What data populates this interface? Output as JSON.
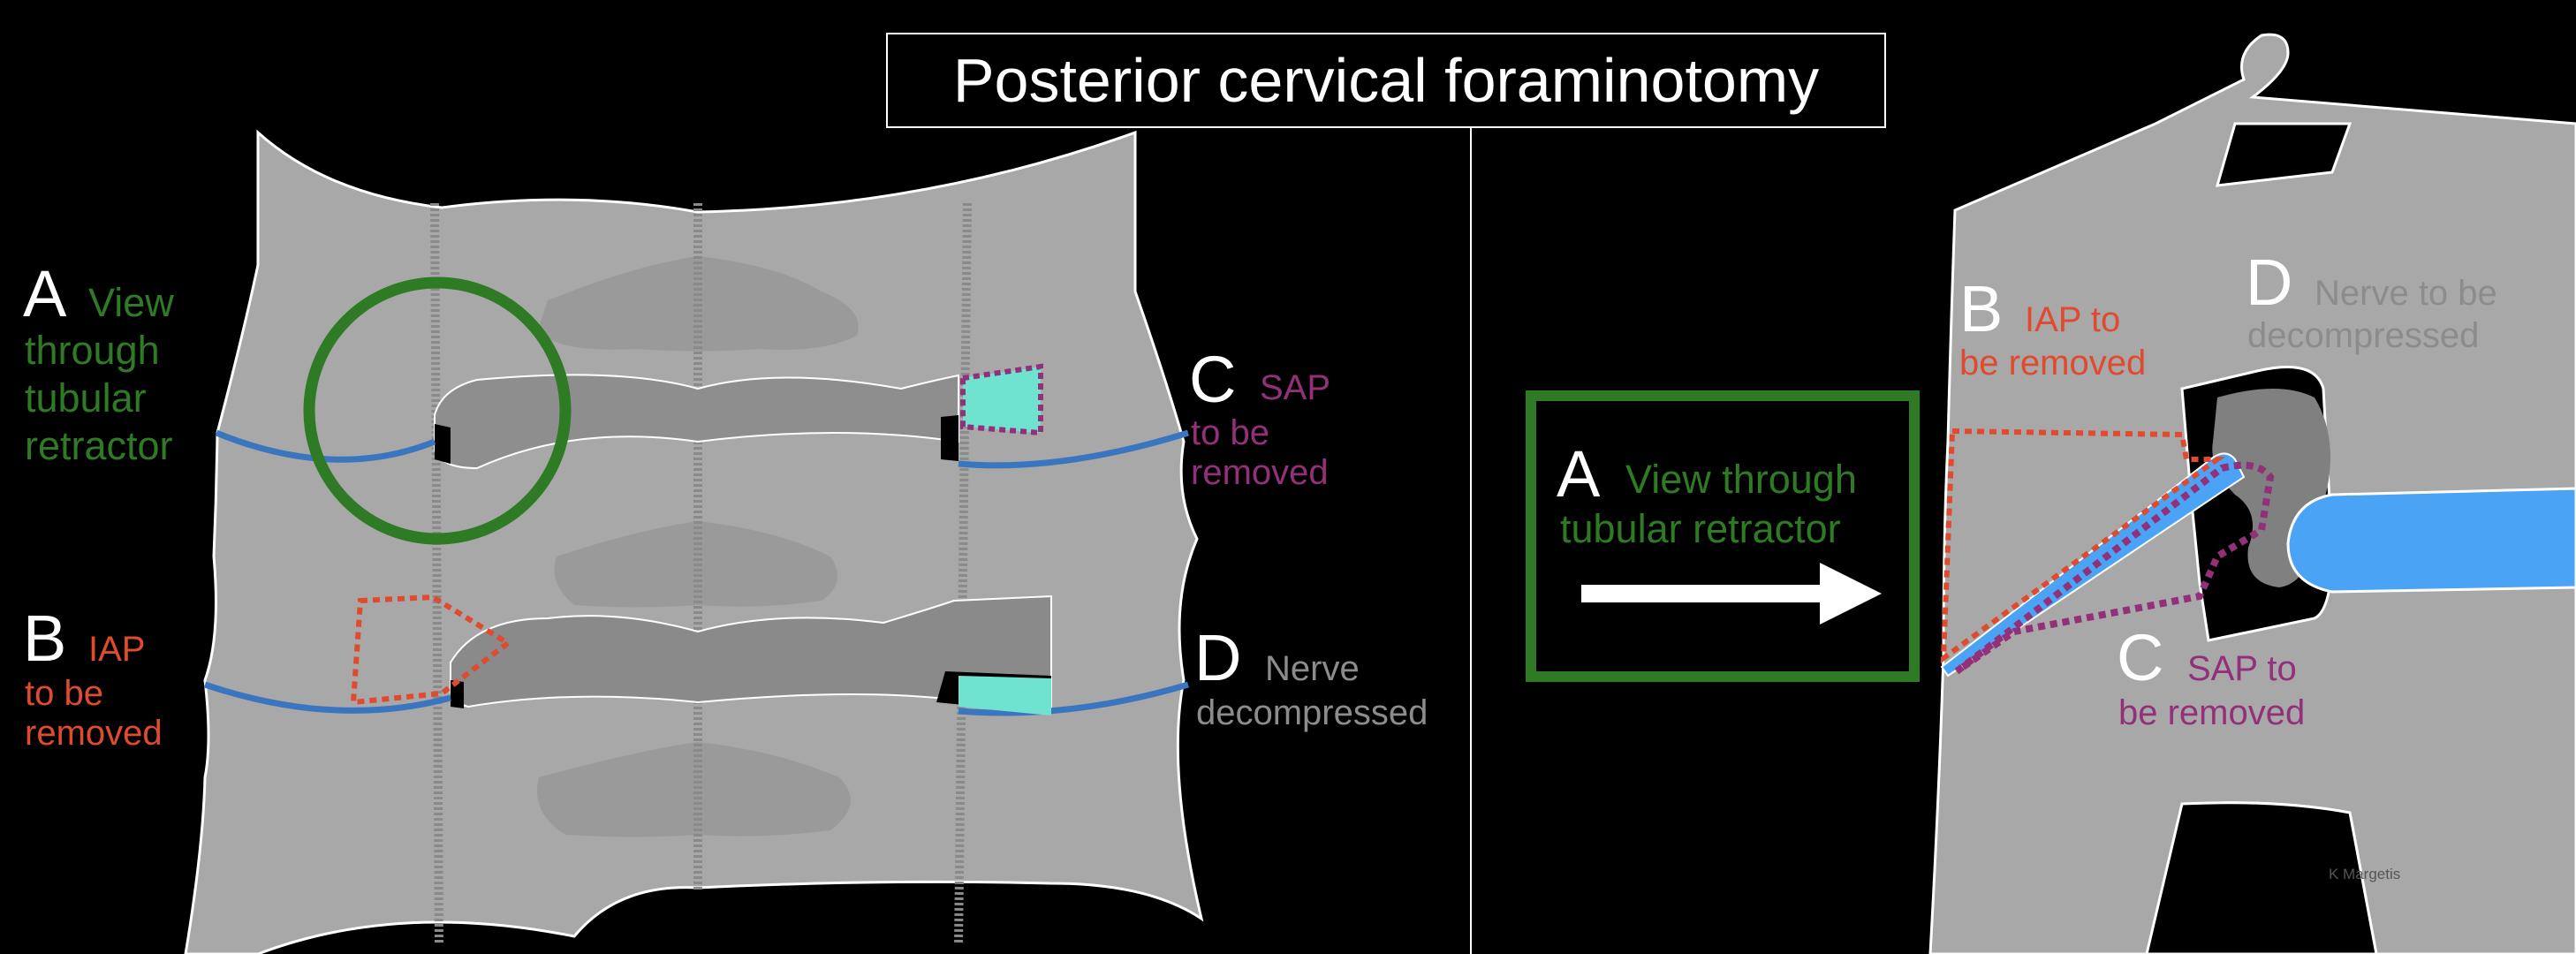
{
  "title": "Posterior cervical foraminotomy",
  "left_panel": {
    "label_a": {
      "letter": "A",
      "lines": [
        "View",
        "through",
        "tubular",
        "retractor"
      ]
    },
    "label_b": {
      "letter": "B",
      "lines": [
        "IAP",
        "to be",
        "removed"
      ]
    },
    "label_c": {
      "letter": "C",
      "lines": [
        "SAP",
        "to be",
        "removed"
      ]
    },
    "label_d": {
      "letter": "D",
      "lines": [
        "Nerve",
        "decompressed"
      ]
    }
  },
  "right_panel": {
    "label_a": {
      "letter": "A",
      "lines": [
        "View through",
        "tubular retractor"
      ]
    },
    "label_b": {
      "letter": "B",
      "lines": [
        "IAP to",
        "be removed"
      ]
    },
    "label_c": {
      "letter": "C",
      "lines": [
        "SAP to",
        "be removed"
      ]
    },
    "label_d": {
      "letter": "D",
      "lines": [
        "Nerve to be",
        "decompressed"
      ]
    }
  },
  "credit": "K Margetis",
  "colors": {
    "background": "#000000",
    "bone": "#a8a8a8",
    "bone_dark": "#8e8e8e",
    "nerve": "#808080",
    "green": "#2f7a24",
    "red": "#e04a2e",
    "purple": "#93307a",
    "blue": "#4aa3f5",
    "cyan": "#6fe3cf",
    "white": "#ffffff",
    "gray_text": "#8c8c8c"
  }
}
